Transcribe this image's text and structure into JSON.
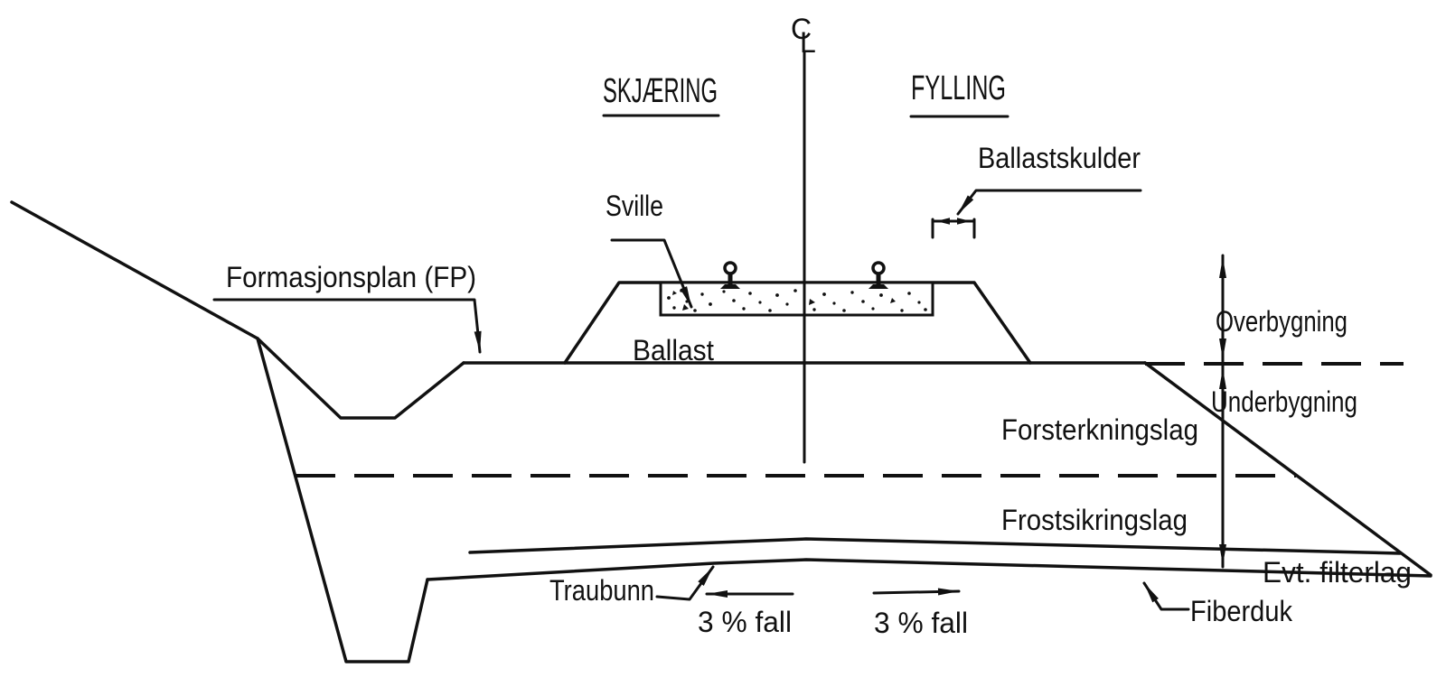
{
  "centerline": {
    "letter_c": "C",
    "letter_l": "L"
  },
  "sections": {
    "cutting": "SKJÆRING",
    "filling": "FYLLING"
  },
  "labels": {
    "ballastskulder": "Ballastskulder",
    "sville": "Sville",
    "formasjonsplan": "Formasjonsplan (FP)",
    "ballast": "Ballast",
    "overbygning": "Overbygning",
    "underbygning": "Underbygning",
    "forsterkningslag": "Forsterkningslag",
    "frostsikringslag": "Frostsikringslag",
    "evt_filterlag": "Evt. filterlag",
    "fiberduk": "Fiberduk",
    "traubunn": "Traubunn",
    "fall_left": "3 % fall",
    "fall_right": "3 % fall"
  },
  "colors": {
    "line": "#111111",
    "background": "#ffffff"
  }
}
